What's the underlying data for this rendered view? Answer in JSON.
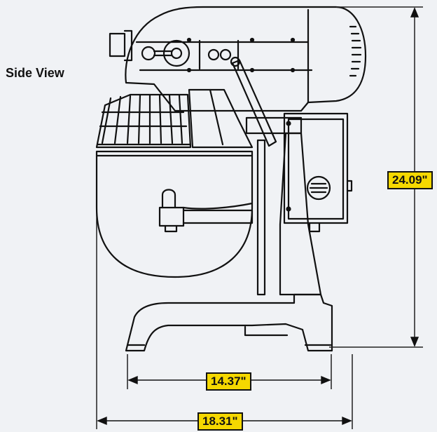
{
  "view_label": "Side View",
  "dimensions": {
    "height": "24.09\"",
    "base_width": "14.37\"",
    "overall_width": "18.31\""
  },
  "colors": {
    "background": "#f0f2f5",
    "line": "#111111",
    "dimension_badge": "#f5d800"
  }
}
